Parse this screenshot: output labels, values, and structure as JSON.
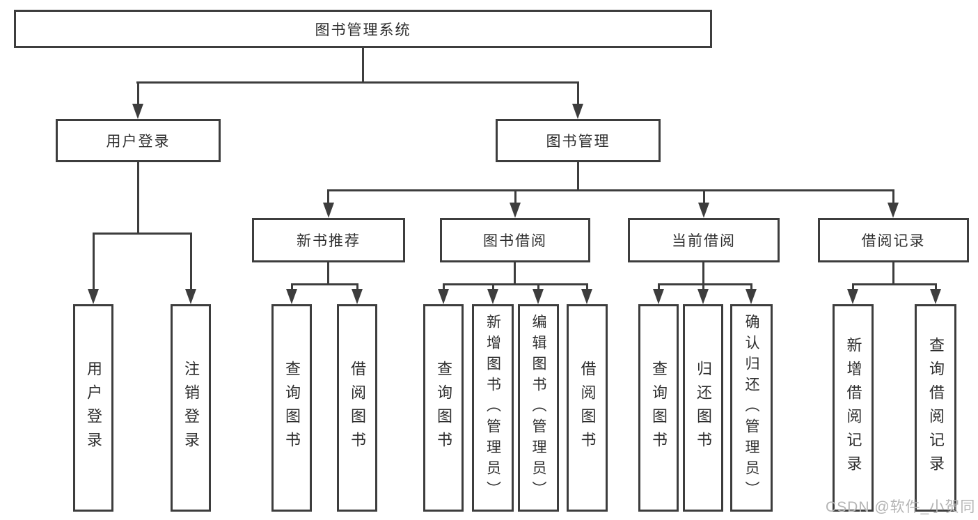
{
  "tree": {
    "root": {
      "label": "图书管理系统"
    },
    "branches": [
      {
        "label": "用户登录",
        "leaves": [
          {
            "label": "用户登录"
          },
          {
            "label": "注销登录"
          }
        ]
      },
      {
        "label": "图书管理",
        "groups": [
          {
            "label": "新书推荐",
            "leaves": [
              {
                "label": "查询图书"
              },
              {
                "label": "借阅图书"
              }
            ]
          },
          {
            "label": "图书借阅",
            "leaves": [
              {
                "label": "查询图书"
              },
              {
                "label": "新增图书（管理员）"
              },
              {
                "label": "编辑图书（管理员）"
              },
              {
                "label": "借阅图书"
              }
            ]
          },
          {
            "label": "当前借阅",
            "leaves": [
              {
                "label": "查询图书"
              },
              {
                "label": "归还图书"
              },
              {
                "label": "确认归还（管理员）"
              }
            ]
          },
          {
            "label": "借阅记录",
            "leaves": [
              {
                "label": "新增借阅记录"
              },
              {
                "label": "查询借阅记录"
              }
            ]
          }
        ]
      }
    ]
  },
  "watermark": {
    "text": "CSDN @软件_小贺同学"
  },
  "colors": {
    "line": "#3d3d3d",
    "text": "#2e2e2e",
    "watermark": "#b4b4b4"
  }
}
